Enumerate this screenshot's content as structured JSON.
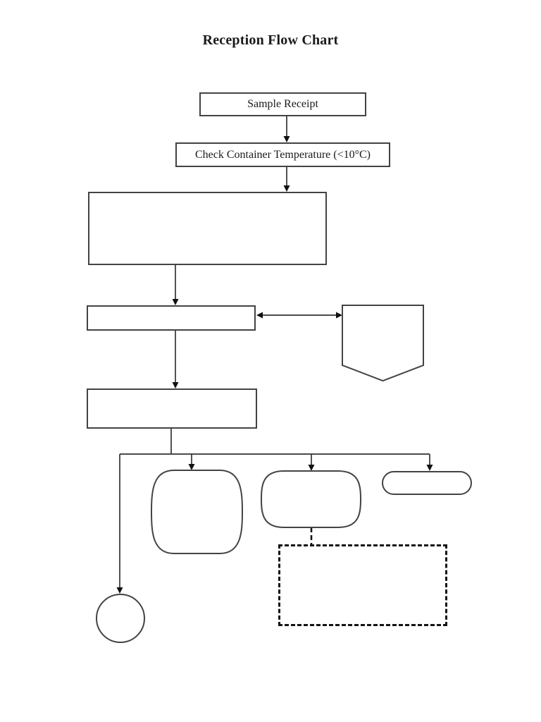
{
  "title": "Reception Flow Chart",
  "colors": {
    "background": "#ffffff",
    "shape_border": "#434343",
    "connector": "#333333",
    "arrowhead": "#111111",
    "text": "#1a1a1a"
  },
  "flowchart": {
    "nodes": [
      {
        "id": "sample-receipt",
        "shape": "rectangle",
        "label": "Sample Receipt"
      },
      {
        "id": "check-container-temperature",
        "shape": "rectangle",
        "label": "Check Container Temperature (<10°C)"
      },
      {
        "id": "large-process-box",
        "shape": "rectangle",
        "label": ""
      },
      {
        "id": "wide-process-box",
        "shape": "rectangle",
        "label": ""
      },
      {
        "id": "offpage-pentagon",
        "shape": "pentagon-down",
        "label": ""
      },
      {
        "id": "second-process-box",
        "shape": "rectangle",
        "label": ""
      },
      {
        "id": "tall-barrel-box",
        "shape": "rounded-barrel",
        "label": ""
      },
      {
        "id": "small-barrel-box",
        "shape": "rounded-barrel",
        "label": ""
      },
      {
        "id": "stadium-box",
        "shape": "stadium",
        "label": ""
      },
      {
        "id": "dashed-box",
        "shape": "dashed-rectangle",
        "label": ""
      },
      {
        "id": "terminal-circle",
        "shape": "circle",
        "label": ""
      }
    ],
    "connectors": [
      {
        "from": "sample-receipt",
        "to": "check-container-temperature",
        "type": "arrow-down"
      },
      {
        "from": "check-container-temperature",
        "to": "large-process-box",
        "type": "arrow-down"
      },
      {
        "from": "large-process-box",
        "to": "wide-process-box",
        "type": "arrow-down"
      },
      {
        "from": "wide-process-box",
        "to": "offpage-pentagon",
        "type": "double-headed-arrow"
      },
      {
        "from": "wide-process-box",
        "to": "second-process-box",
        "type": "arrow-down"
      },
      {
        "from": "second-process-box",
        "to": "terminal-circle",
        "type": "branch-arrow-down"
      },
      {
        "from": "second-process-box",
        "to": "tall-barrel-box",
        "type": "branch-arrow-down"
      },
      {
        "from": "second-process-box",
        "to": "small-barrel-box",
        "type": "branch-arrow-down"
      },
      {
        "from": "second-process-box",
        "to": "stadium-box",
        "type": "branch-arrow-down"
      },
      {
        "from": "small-barrel-box",
        "to": "dashed-box",
        "type": "dashed-line-down"
      }
    ]
  }
}
